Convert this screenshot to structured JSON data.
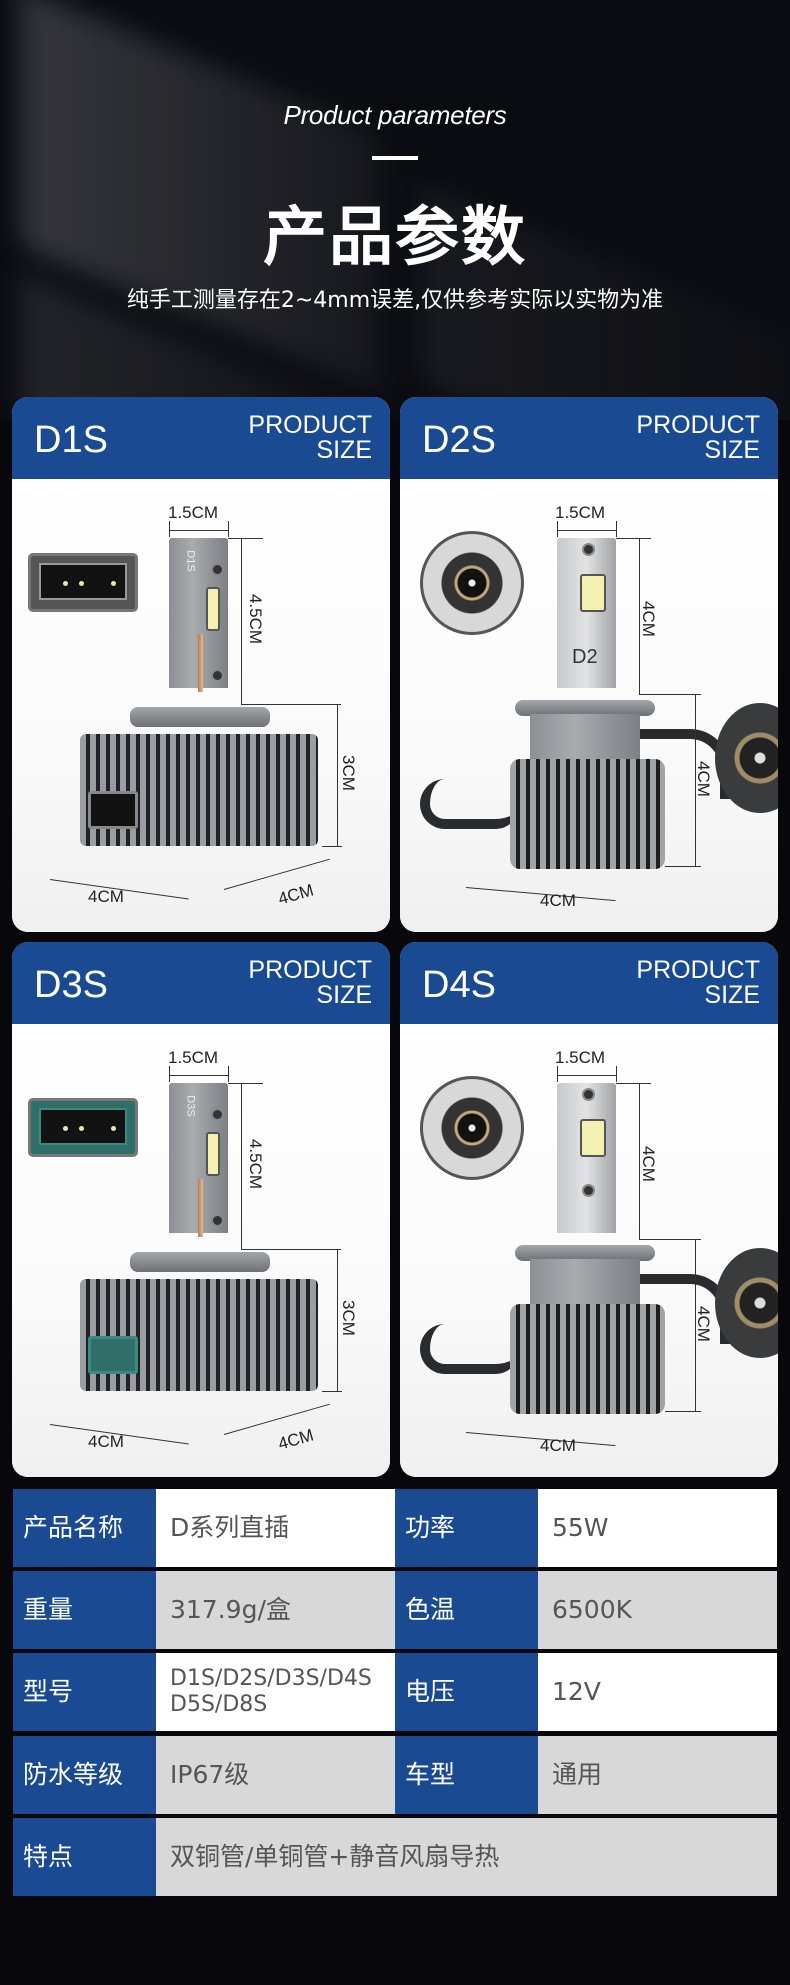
{
  "hero": {
    "subtitle_en": "Product parameters",
    "title_cn": "产品参数",
    "note": "纯手工测量存在2~4mm误差,仅供参考实际以实物为准"
  },
  "colors": {
    "header_blue": "#194a92",
    "background": "#08080c",
    "value_grey": "#d8d8d8",
    "value_white": "#ffffff"
  },
  "cards": [
    {
      "model": "D1S",
      "ps_line1": "PRODUCT",
      "ps_line2": "SIZE",
      "width": "1.5CM",
      "stem_height": "4.5CM",
      "base_height": "3CM",
      "base_depth_left": "4CM",
      "base_depth_right": "4CM",
      "connector_icon": "connector-3pin-grey",
      "stem_print": "D1S"
    },
    {
      "model": "D2S",
      "ps_line1": "PRODUCT",
      "ps_line2": "SIZE",
      "width": "1.5CM",
      "stem_height": "4CM",
      "base_height": "4CM",
      "base_width": "4CM",
      "connector_icon": "round-socket",
      "stem_print": "D2"
    },
    {
      "model": "D3S",
      "ps_line1": "PRODUCT",
      "ps_line2": "SIZE",
      "width": "1.5CM",
      "stem_height": "4.5CM",
      "base_height": "3CM",
      "base_depth_left": "4CM",
      "base_depth_right": "4CM",
      "connector_icon": "connector-3pin-green",
      "stem_print": "D3S"
    },
    {
      "model": "D4S",
      "ps_line1": "PRODUCT",
      "ps_line2": "SIZE",
      "width": "1.5CM",
      "stem_height": "4CM",
      "base_height": "4CM",
      "base_width": "4CM",
      "connector_icon": "round-socket"
    }
  ],
  "specs": [
    {
      "label": "产品名称",
      "value": "D系列直插",
      "label2": "功率",
      "value2": "55W"
    },
    {
      "label": "重量",
      "value": "317.9g/盒",
      "label2": "色温",
      "value2": "6500K"
    },
    {
      "label": "型号",
      "value_line1": "D1S/D2S/D3S/D4S",
      "value_line2": "D5S/D8S",
      "label2": "电压",
      "value2": "12V"
    },
    {
      "label": "防水等级",
      "value": "IP67级",
      "label2": "车型",
      "value2": "通用"
    },
    {
      "label": "特点",
      "value": "双铜管/单铜管+静音风扇导热"
    }
  ]
}
